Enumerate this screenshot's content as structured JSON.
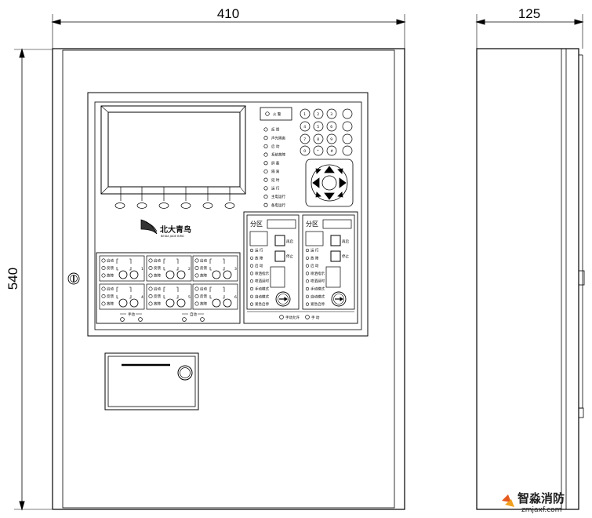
{
  "dimensions": {
    "width_front": "410",
    "depth": "125",
    "height": "540"
  },
  "panel": {
    "alarm_label": "火 警",
    "status_labels": [
      "反 馈",
      "声光隔离",
      "启 动",
      "系统故障",
      "屏 蔽",
      "隔 离",
      "延 时",
      "运 行",
      "主电运行",
      "备电运行"
    ],
    "keypad_keys": [
      "1",
      "2",
      "3",
      "4",
      "5",
      "6",
      "7",
      "8",
      "9",
      "0",
      "*",
      "#"
    ],
    "logo_text": "北大青鸟",
    "logo_subtext": "BEIDA JADE BIRD",
    "zone_title": "分区",
    "zone_buttons": [
      "再启",
      "停止"
    ],
    "zone_leds": [
      "运 行",
      "故 障",
      "启 动",
      "喷洒指示",
      "喷洒延时",
      "手动模式",
      "自动模式",
      "紧急启停"
    ],
    "zone_bottom": [
      "手动允许",
      "手 动"
    ],
    "module_rows": [
      "启动",
      "反馈",
      "故障"
    ],
    "module_footer": [
      "手动",
      "自动"
    ]
  },
  "watermark": {
    "name": "智淼消防",
    "url": "zmjaxf.com"
  }
}
